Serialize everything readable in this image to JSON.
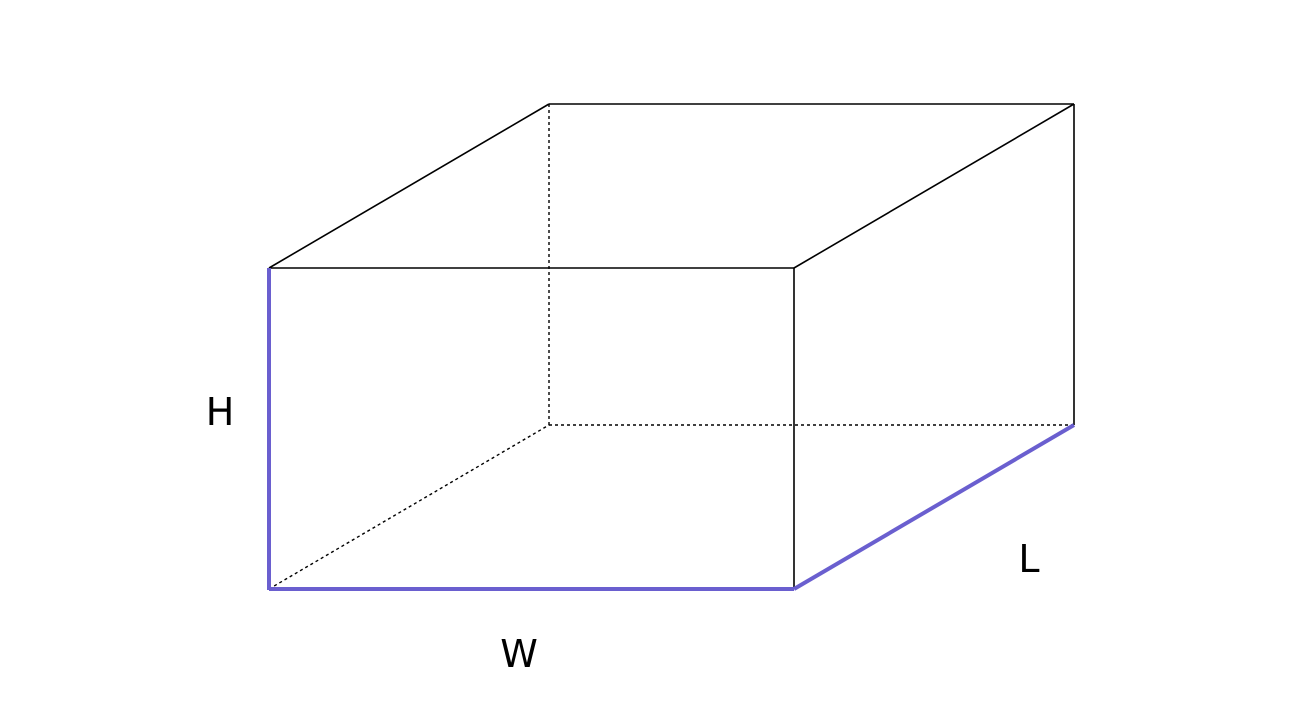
{
  "diagram": {
    "labels": {
      "height": "H",
      "width": "W",
      "length": "L"
    },
    "colors": {
      "highlight": "#6a5fcf",
      "edge": "#000000",
      "background": "#ffffff"
    }
  }
}
